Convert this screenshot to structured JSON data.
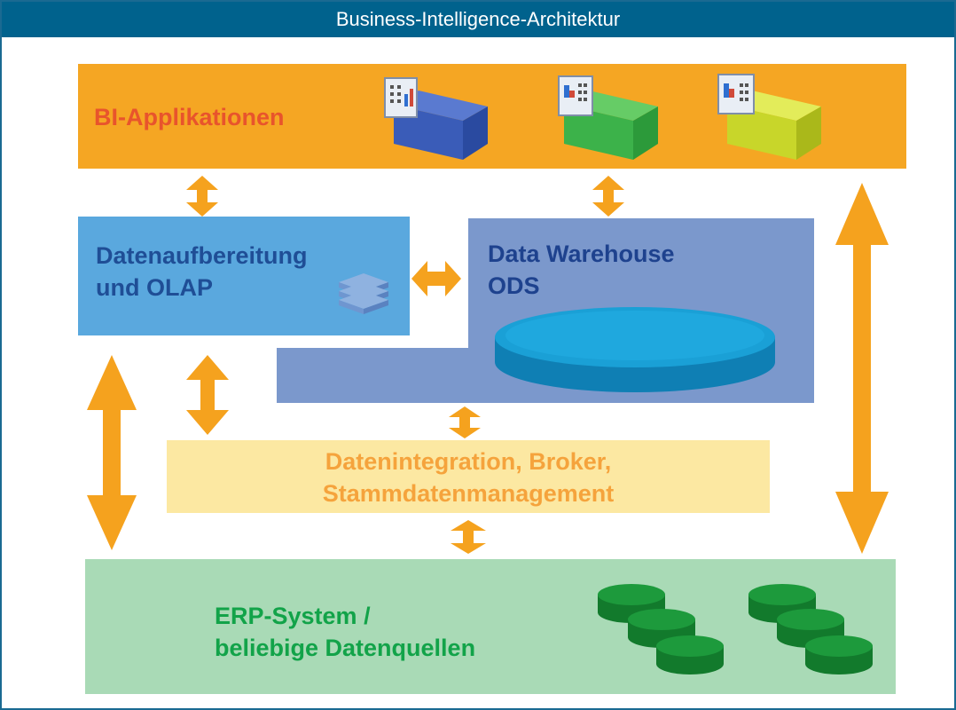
{
  "header": {
    "title": "Business-Intelligence-Architektur"
  },
  "layers": {
    "bi_applications": {
      "label": "BI-Applikationen",
      "color": "#f5a623",
      "text_color": "#e8542c"
    },
    "data_preparation": {
      "line1": "Datenaufbereitung",
      "line2": "und OLAP",
      "color": "#5aa8de",
      "text_color": "#1f4e96"
    },
    "data_warehouse": {
      "line1": "Data Warehouse",
      "line2": "ODS",
      "color": "#7b98cc",
      "text_color": "#1e428e"
    },
    "integration": {
      "line1": "Datenintegration, Broker,",
      "line2": "Stammdatenmanagement",
      "color": "#fce8a2",
      "text_color": "#f5a33c"
    },
    "sources": {
      "line1": "ERP-System /",
      "line2": "beliebige Datenquellen",
      "color": "#a9dab6",
      "text_color": "#12a349"
    }
  },
  "colors": {
    "arrow": "#f5a21e",
    "cube_blue": "#3a5cb8",
    "cube_green": "#3cb24a",
    "cube_yellow": "#c8d62a",
    "disk": "#1aa0d6",
    "database": "#1d9a3c"
  },
  "icons": [
    "report-icon",
    "chart-report-icon",
    "bar-report-icon",
    "olap-cube-icon",
    "data-warehouse-disk-icon",
    "database-icon"
  ]
}
